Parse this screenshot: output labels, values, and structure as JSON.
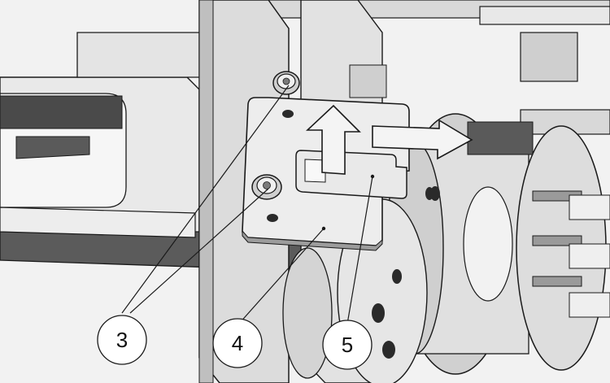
{
  "figure": {
    "type": "mechanical-assembly-illustration",
    "background": "#f2f2f2",
    "line_color": "#1a1a1a",
    "shade_light": "#e6e6e6",
    "shade_mid": "#bdbdbd",
    "shade_dark": "#6e6e6e",
    "shade_black": "#3a3a3a",
    "arrow_fill": "#f4f4f4"
  },
  "callouts": [
    {
      "label": "3",
      "target": "cap-screws"
    },
    {
      "label": "4",
      "target": "retaining-plate"
    },
    {
      "label": "5",
      "target": "slide-tab"
    }
  ],
  "icons": {
    "arrow_up": "arrow-up-icon",
    "arrow_right": "arrow-right-icon"
  }
}
